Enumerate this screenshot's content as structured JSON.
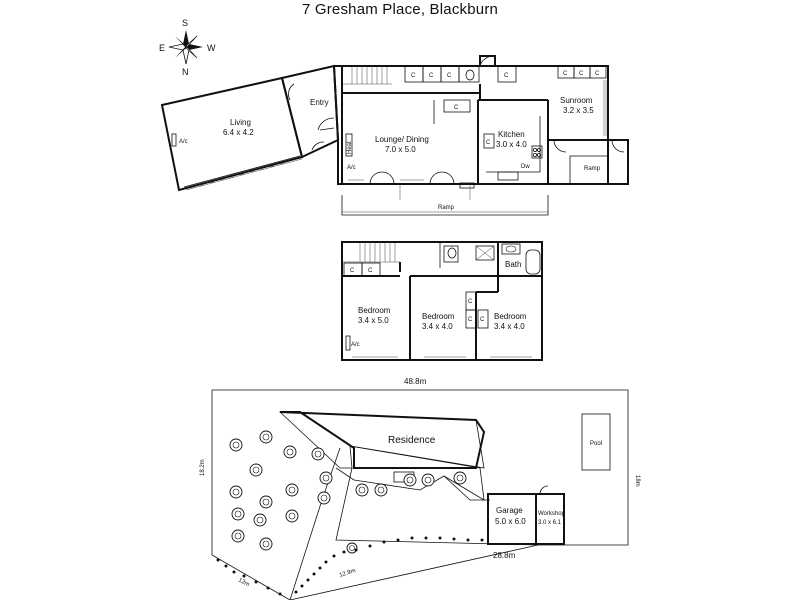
{
  "title": "7 Gresham Place, Blackburn",
  "compass": {
    "s": "S",
    "e": "E",
    "w": "W",
    "n": "N"
  },
  "ground_floor": {
    "living": {
      "name": "Living",
      "dims": "6.4 x 4.2",
      "ac": "A/c"
    },
    "entry": {
      "name": "Entry"
    },
    "lounge": {
      "name": "Lounge/ Dining",
      "dims": "7.0 x 5.0"
    },
    "heat": "Heat",
    "ac": "A/c",
    "kitchen": {
      "name": "Kitchen",
      "dims": "3.0 x 4.0",
      "dw": "Dw"
    },
    "sunroom": {
      "name": "Sunroom",
      "dims": "3.2 x 3.5"
    },
    "ramp_right": "Ramp",
    "ramp_bottom": "Ramp",
    "cupboard": "C"
  },
  "first_floor": {
    "bed1": {
      "name": "Bedroom",
      "dims": "3.4 x 5.0",
      "ac": "A/c"
    },
    "bed2": {
      "name": "Bedroom",
      "dims": "3.4 x 4.0"
    },
    "bed3": {
      "name": "Bedroom",
      "dims": "3.4 x 4.0"
    },
    "bath": "Bath",
    "cupboard": "C"
  },
  "site": {
    "top_dim": "48.8m",
    "left_dim": "18.2m",
    "right_dim": "18m",
    "bottom_dim": "28.8m",
    "angle_left_dim": "12m",
    "angle_mid_dim": "12.9m",
    "residence": "Residence",
    "pool": "Pool",
    "garage": {
      "name": "Garage",
      "dims": "5.0 x 6.0"
    },
    "workshop": {
      "name": "Workshop",
      "dims": "3.0 x 6.1"
    }
  }
}
